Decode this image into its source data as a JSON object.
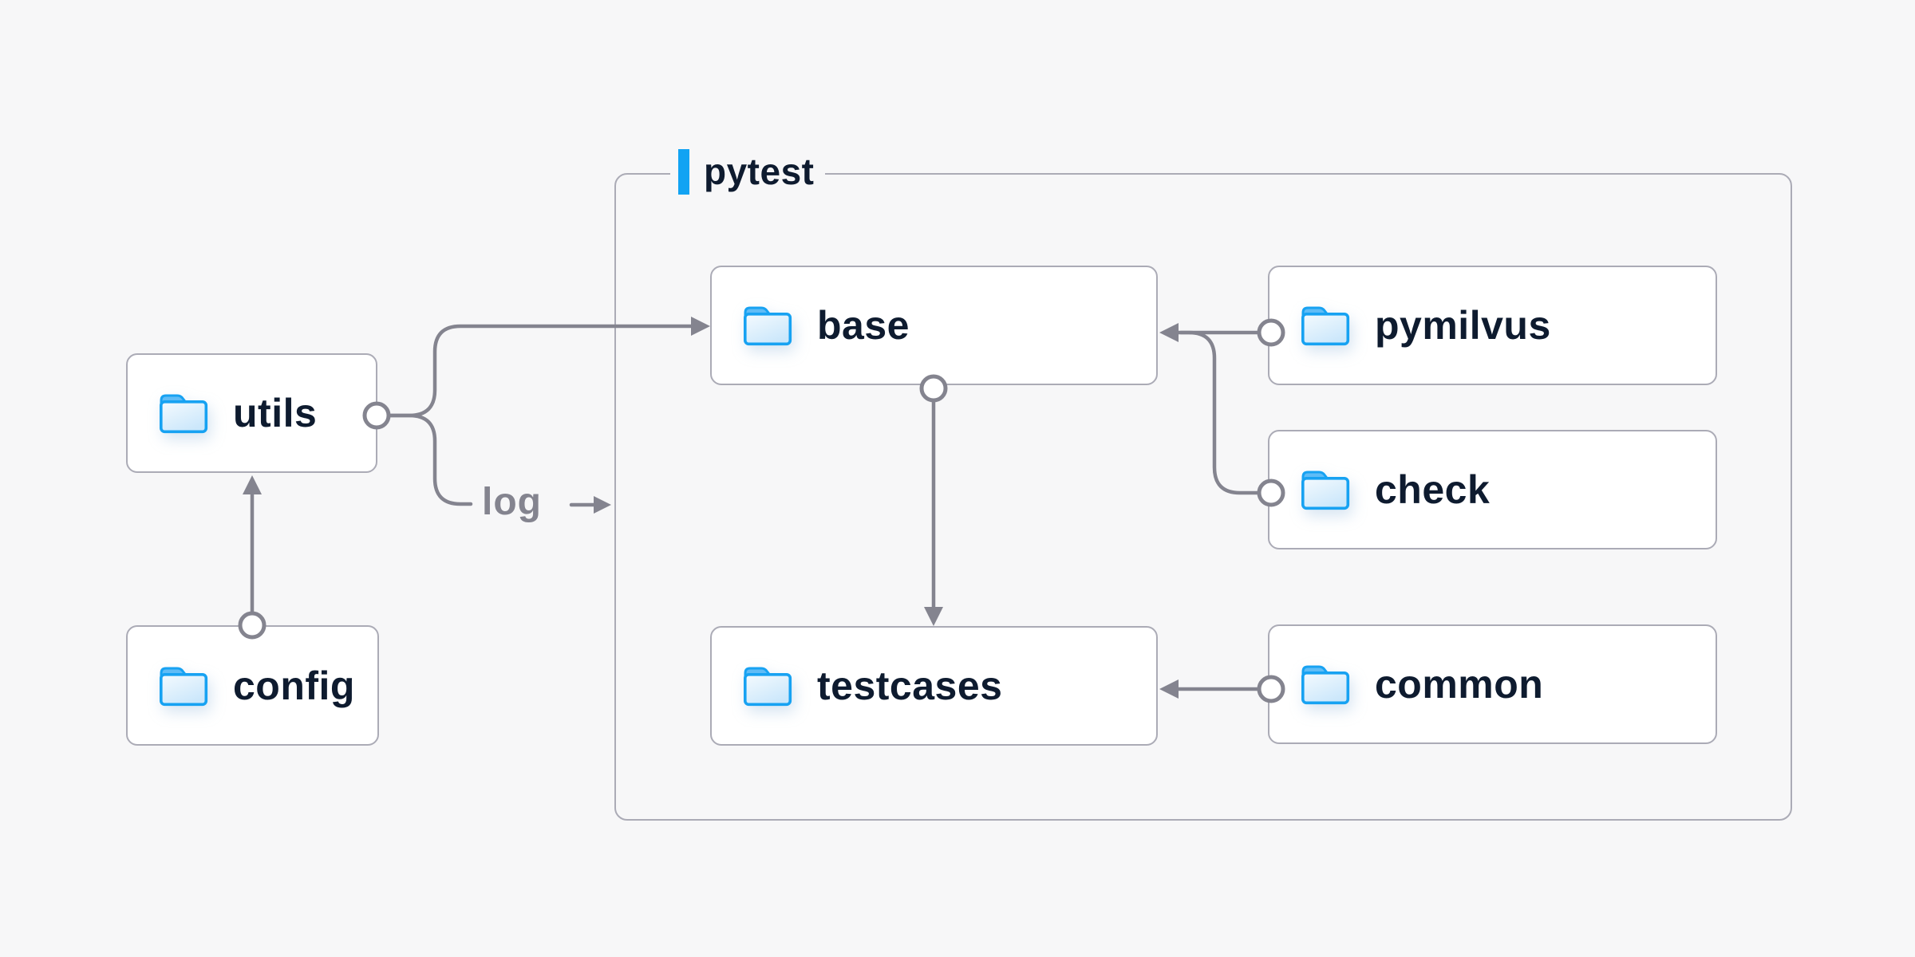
{
  "container": {
    "label": "pytest"
  },
  "nodes": {
    "utils": {
      "label": "utils",
      "icon": "folder-icon"
    },
    "config": {
      "label": "config",
      "icon": "folder-icon"
    },
    "base": {
      "label": "base",
      "icon": "folder-icon"
    },
    "pymilvus": {
      "label": "pymilvus",
      "icon": "folder-icon"
    },
    "check": {
      "label": "check",
      "icon": "folder-icon"
    },
    "testcases": {
      "label": "testcases",
      "icon": "folder-icon"
    },
    "common": {
      "label": "common",
      "icon": "folder-icon"
    }
  },
  "edge_labels": {
    "log": "log"
  },
  "edges": [
    {
      "from": "utils",
      "to": "base",
      "label": ""
    },
    {
      "from": "utils",
      "to": "pytest",
      "label": "log"
    },
    {
      "from": "config",
      "to": "utils",
      "label": ""
    },
    {
      "from": "base",
      "to": "testcases",
      "label": ""
    },
    {
      "from": "pymilvus",
      "to": "base",
      "label": ""
    },
    {
      "from": "check",
      "to": "base",
      "label": ""
    },
    {
      "from": "common",
      "to": "testcases",
      "label": ""
    }
  ],
  "colors": {
    "background": "#F7F7F8",
    "node_background": "#FFFFFF",
    "node_border": "#ABABB6",
    "line": "#84848F",
    "text": "#0E1B2F",
    "accent_blue": "#12A3F3",
    "folder_stroke": "#17A2F2",
    "folder_tab": "#5FBCF6"
  }
}
